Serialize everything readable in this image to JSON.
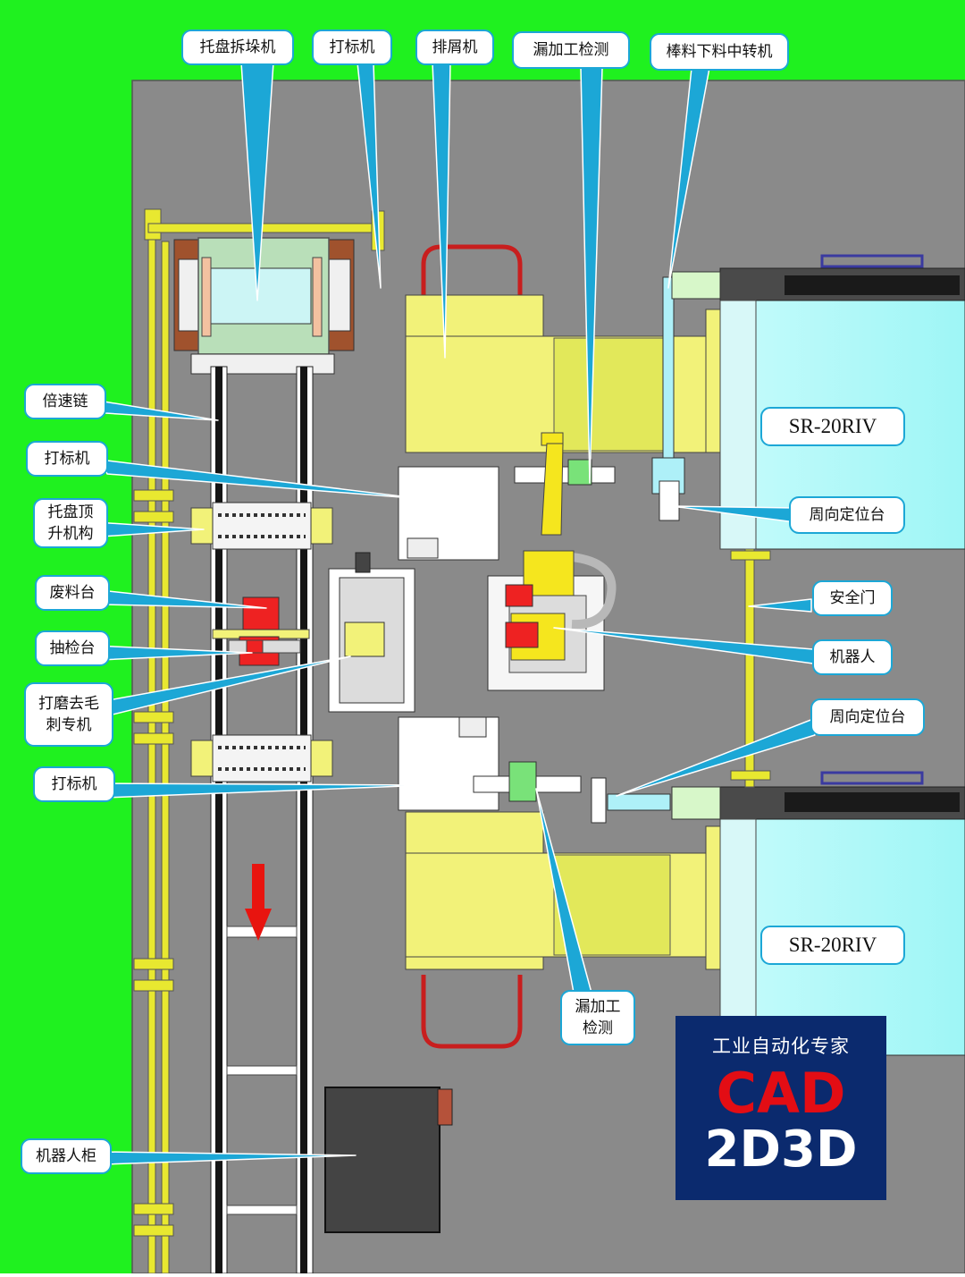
{
  "labels": {
    "tray_destacker": "托盘拆垛机",
    "marking_machine_top": "打标机",
    "chip_conveyor": "排屑机",
    "missed_machining_check_top": "漏加工检测",
    "bar_transfer_machine": "棒料下料中转机",
    "speed_chain": "倍速链",
    "marking_machine_mid": "打标机",
    "tray_lift_line1": "托盘顶",
    "tray_lift_line2": "升机构",
    "scrap_table": "废料台",
    "sampling_table": "抽检台",
    "deburr_line1": "打磨去毛",
    "deburr_line2": "刺专机",
    "marking_machine_low": "打标机",
    "robot_cabinet": "机器人柜",
    "circ_positioning_top": "周向定位台",
    "safety_door": "安全门",
    "robot": "机器人",
    "circ_positioning_low": "周向定位台",
    "missed_check_low_line1": "漏加工",
    "missed_check_low_line2": "检测",
    "lathe_top": "SR-20RIV",
    "lathe_bottom": "SR-20RIV"
  },
  "logo": {
    "line1": "工业自动化专家",
    "line2": "CAD",
    "line3": "2D3D"
  },
  "colors": {
    "background_green": "#1ff11f",
    "floor_gray": "#8a8a8a",
    "machine_yellow": "#f2f279",
    "lathe_cyan": "#aefafa",
    "robot_yellow": "#f5e61e",
    "callout_line": "#1ca7d6",
    "arrow_red": "#e8140f",
    "logo_navy": "#0b2a6e",
    "logo_red": "#e30d14"
  },
  "icons": {
    "flow_arrow": "down-arrow-icon"
  }
}
